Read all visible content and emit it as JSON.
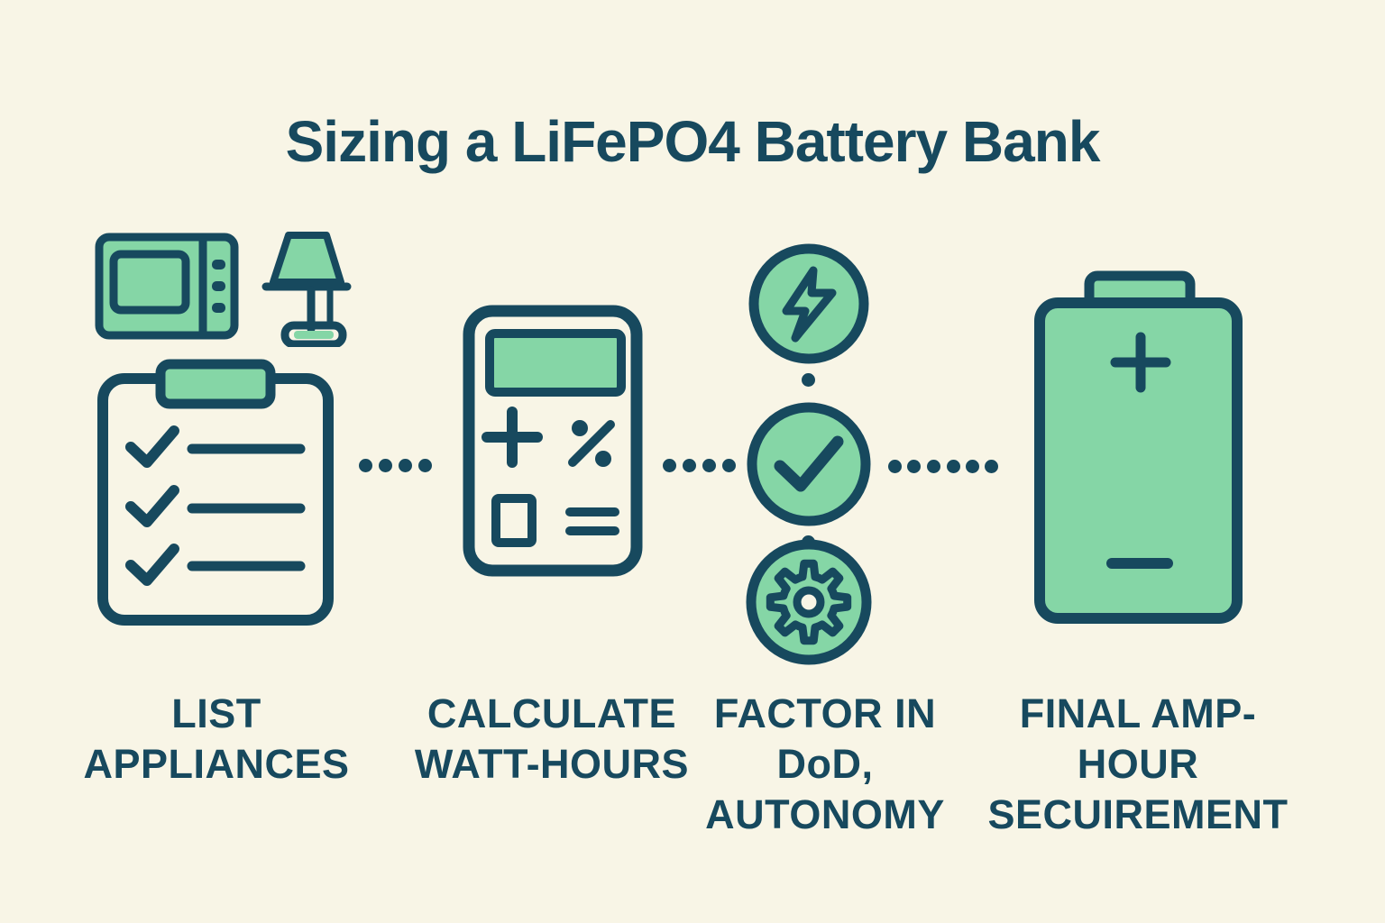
{
  "title": "Sizing a LiFePO4 Battery Bank",
  "colors": {
    "background": "#f8f5e6",
    "green": "#85d6a6",
    "dark": "#17495e"
  },
  "steps": [
    {
      "id": "list-appliances",
      "label": "LIST\nAPPLIANCES",
      "icons": [
        "microwave-icon",
        "lamp-icon",
        "clipboard-checklist-icon"
      ]
    },
    {
      "id": "calculate-watt-hours",
      "label": "CALCULATE\nWATT-HOURS",
      "icons": [
        "calculator-icon"
      ]
    },
    {
      "id": "factor-in-dod-autonomy",
      "label": "FACTOR IN\nDoD,\nAUTONOMY",
      "icons": [
        "lightning-circle-icon",
        "check-circle-icon",
        "gear-circle-icon"
      ]
    },
    {
      "id": "final-amp-hour-securement",
      "label": "FINAL AMP-\nHOUR\nSECUIREMENT",
      "icons": [
        "battery-icon"
      ]
    }
  ]
}
